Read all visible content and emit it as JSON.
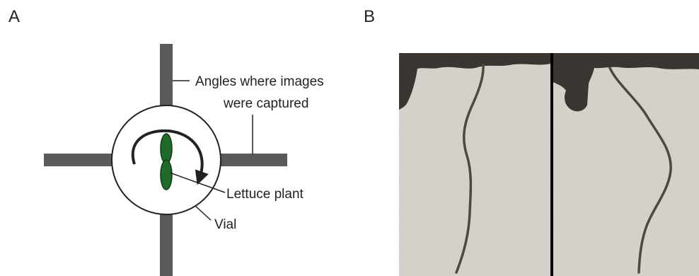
{
  "panel_a": {
    "letter": "A",
    "labels": {
      "angles_line1": "Angles where images",
      "angles_line2": "were captured",
      "lettuce": "Lettuce plant",
      "vial": "Vial"
    },
    "colors": {
      "bar": "#5a5a5a",
      "leaf": "#1f6b2a",
      "leaf_outline": "#0d3a12",
      "vial_outline": "#222222",
      "text": "#222222"
    }
  },
  "panel_b": {
    "letter": "B",
    "colors": {
      "background": "#d6d3cb",
      "soil": "#3a3530",
      "root": "#4a4a40",
      "divider": "#000000"
    }
  }
}
